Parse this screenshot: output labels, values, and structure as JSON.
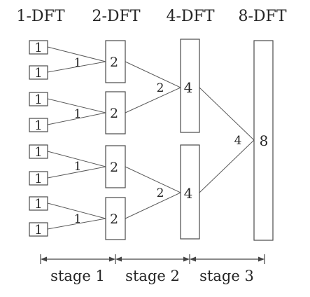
{
  "headers": [
    "1-DFT",
    "2-DFT",
    "4-DFT",
    "8-DFT"
  ],
  "box_labels": {
    "dft1": [
      "1",
      "1",
      "1",
      "1",
      "1",
      "1",
      "1",
      "1"
    ],
    "dft2": [
      "2",
      "2",
      "2",
      "2"
    ],
    "dft4": [
      "4",
      "4"
    ],
    "dft8": [
      "8"
    ]
  },
  "edge_labels": {
    "stage1": [
      "1",
      "1",
      "1",
      "1"
    ],
    "stage2": [
      "2",
      "2"
    ],
    "stage3": [
      "4"
    ]
  },
  "stages": [
    "stage 1",
    "stage 2",
    "stage 3"
  ]
}
